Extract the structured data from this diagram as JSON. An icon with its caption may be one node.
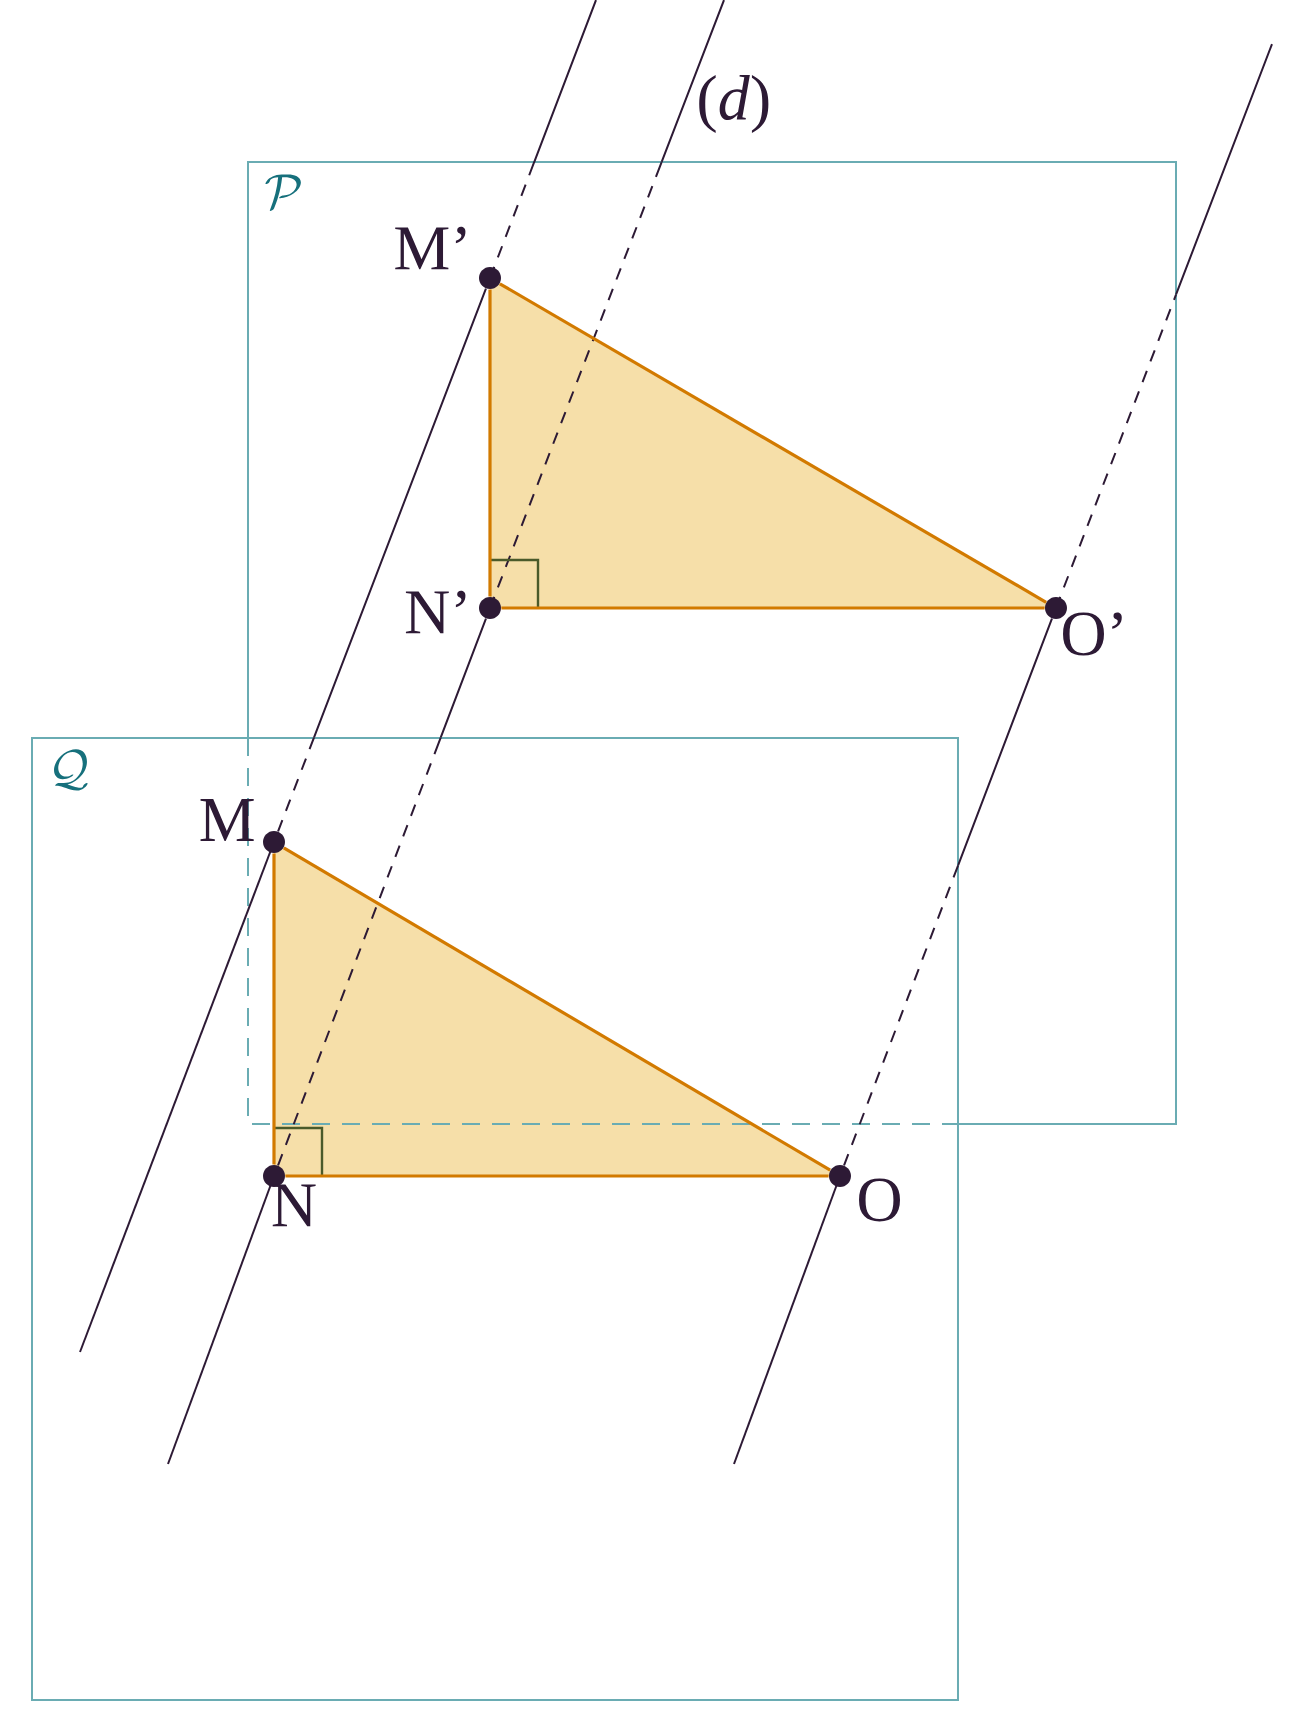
{
  "diagram": {
    "nodes": [
      {
        "text": [
          "\\mathcal{P}"
        ]
      },
      {
        "text": [
          "M’"
        ],
        "in": 0
      },
      {
        "text": [
          "N’"
        ],
        "in": 0
      },
      {
        "text": [
          "O’"
        ],
        "in": 0
      },
      {
        "text": [
          "\\mathcal{Q}"
        ]
      },
      {
        "text": [
          "M"
        ]
      },
      {
        "text": [
          "N"
        ],
        "in": 4
      },
      {
        "text": [
          "O"
        ],
        "in": 4
      }
    ],
    "edges": [
      {
        "from": 1,
        "to": 2,
        "arrow": "none"
      },
      {
        "from": 2,
        "to": 3,
        "arrow": "none"
      },
      {
        "from": 3,
        "to": 1,
        "arrow": "none"
      },
      {
        "from": 5,
        "to": 6,
        "arrow": "none"
      },
      {
        "from": 6,
        "to": 7,
        "arrow": "none"
      },
      {
        "from": 7,
        "to": 5,
        "arrow": "none"
      },
      {
        "from": 5,
        "to": 1,
        "arrow": "none",
        "style": "dashed",
        "color": "#2d1a35"
      },
      {
        "from": 6,
        "to": 2,
        "arrow": "none",
        "style": "dashed",
        "color": "#2d1a35"
      },
      {
        "from": 7,
        "to": 3,
        "arrow": "none",
        "style": "dashed",
        "color": "#2d1a35"
      }
    ],
    "labels": [
      "(*d*)"
    ]
  }
}
